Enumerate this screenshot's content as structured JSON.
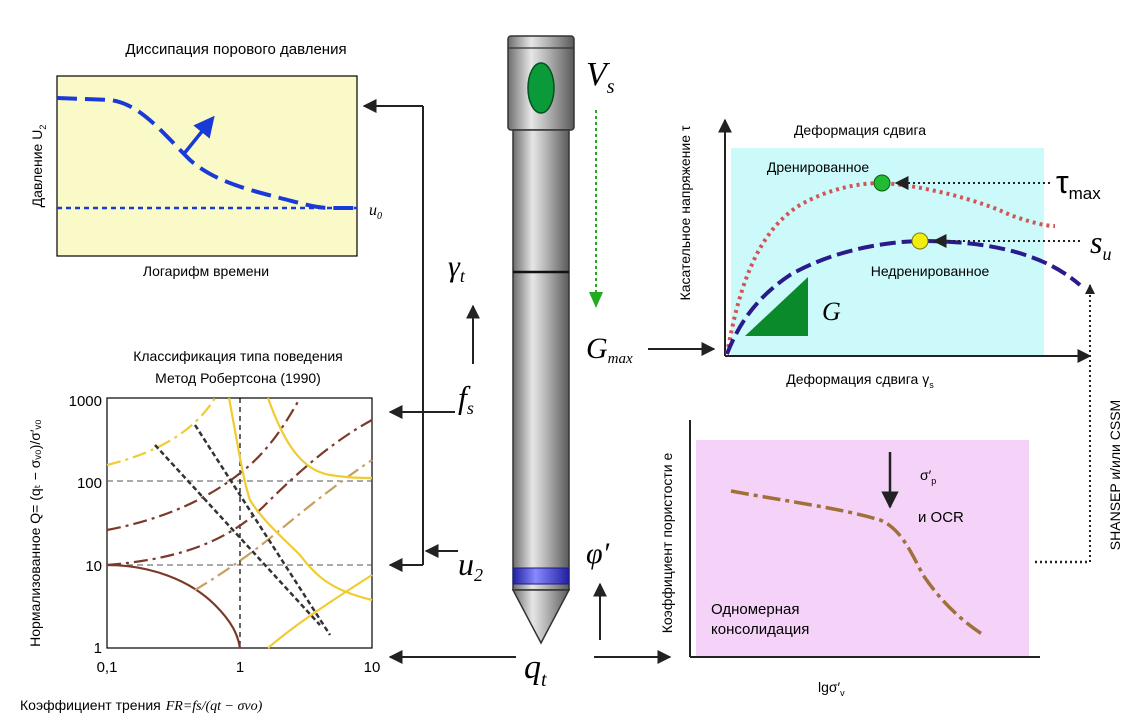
{
  "panels": {
    "dissipation": {
      "title": "Диссипация порового давления",
      "xlabel": "Логарифм времени",
      "ylabel_main": "Давление U",
      "ylabel_sub": "2",
      "u0_main": "u",
      "u0_sub": "0"
    },
    "classification": {
      "title_line1": "Классификация типа поведения",
      "title_line2": "Метод Робертсона (1990)",
      "ylabel": "Нормализованное Q= (q",
      "ylabel_full": "Нормализованное Q= (qₜ − σᵥ₀)/σ′ᵥ₀",
      "xlabel_main": "Коэффициент трения",
      "xlabel_formula": "FR=fs/(qt − σvo)",
      "yticks": [
        "1000",
        "100",
        "10",
        "1"
      ],
      "xticks": [
        "0,1",
        "1",
        "10"
      ]
    },
    "shear": {
      "title": "Деформация сдвига",
      "xlabel": "Деформация сдвига γ",
      "xlabel_sub": "s",
      "ylabel": "Касательное напряжение τ",
      "drained": "Дренированное",
      "undrained": "Недренированное",
      "slope_label": "G",
      "tau_max_main": "τ",
      "tau_max_sub": "max",
      "su_main": "s",
      "su_sub": "u"
    },
    "consolidation": {
      "ylabel": "Коэффициент пористости e",
      "xlabel": "lgσ′",
      "xlabel_sub": "v",
      "sigma_p": "σ′",
      "sigma_p_sub": "p",
      "ocr_label": "и OCR",
      "caption_line1": "Одномерная",
      "caption_line2": "консолидация",
      "shansep": "SHANSEP и/или CSSM"
    }
  },
  "probe": {
    "vs_main": "V",
    "vs_sub": "s",
    "gamma_main": "γ",
    "gamma_sub": "t",
    "fs_main": "f",
    "fs_sub": "s",
    "u2_main": "u",
    "u2_sub": "2",
    "phi": "φ′",
    "qt_main": "q",
    "qt_sub": "t",
    "gmax_main": "G",
    "gmax_sub": "max"
  },
  "colors": {
    "yellow_panel": "#fafac8",
    "cyan_panel": "#ccfafa",
    "pink_panel": "#f5d2f8",
    "blue_curve": "#1a3ad8",
    "navy_curve": "#2a1a8c",
    "red_curve": "#d25555",
    "brown_curve": "#a0703a",
    "green_marker": "#22bb33",
    "yellow_marker": "#f2ee10",
    "green_arrow": "#22aa22",
    "probe_gray": "#a8a8a8",
    "probe_band": "#3c3cd8"
  }
}
